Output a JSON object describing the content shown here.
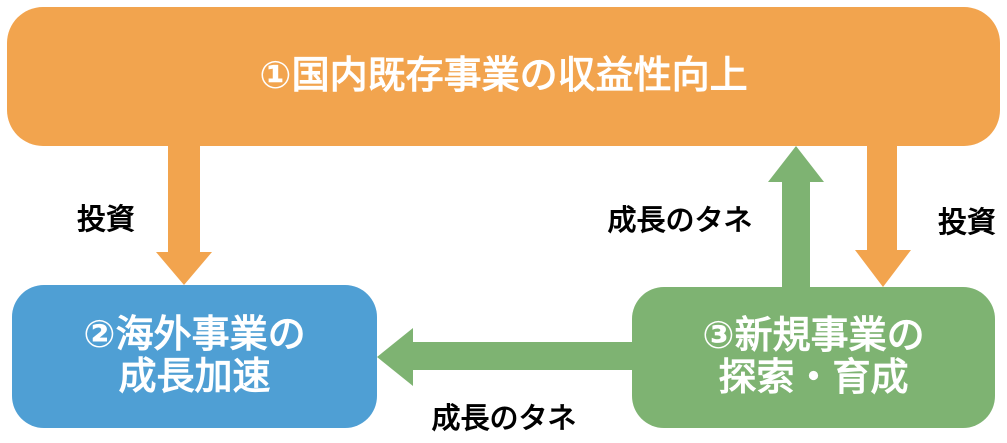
{
  "colors": {
    "orange": "#F2A44E",
    "blue": "#4F9FD4",
    "green": "#7EB372",
    "box_text": "#FFFFFF",
    "label_text": "#000000",
    "background": "#FFFFFF"
  },
  "boxes": {
    "domestic": {
      "label": "①国内既存事業の収益性向上"
    },
    "overseas": {
      "line1": "②海外事業の",
      "line2": "成長加速"
    },
    "new_business": {
      "line1": "③新規事業の",
      "line2": "探索・育成"
    }
  },
  "arrows": {
    "invest_left": {
      "label": "投資",
      "from": "domestic",
      "to": "overseas"
    },
    "invest_right": {
      "label": "投資",
      "from": "domestic",
      "to": "new_business"
    },
    "seeds_up": {
      "label": "成長のタネ",
      "from": "new_business",
      "to": "domestic"
    },
    "seeds_left": {
      "label": "成長のタネ",
      "from": "new_business",
      "to": "overseas"
    }
  }
}
